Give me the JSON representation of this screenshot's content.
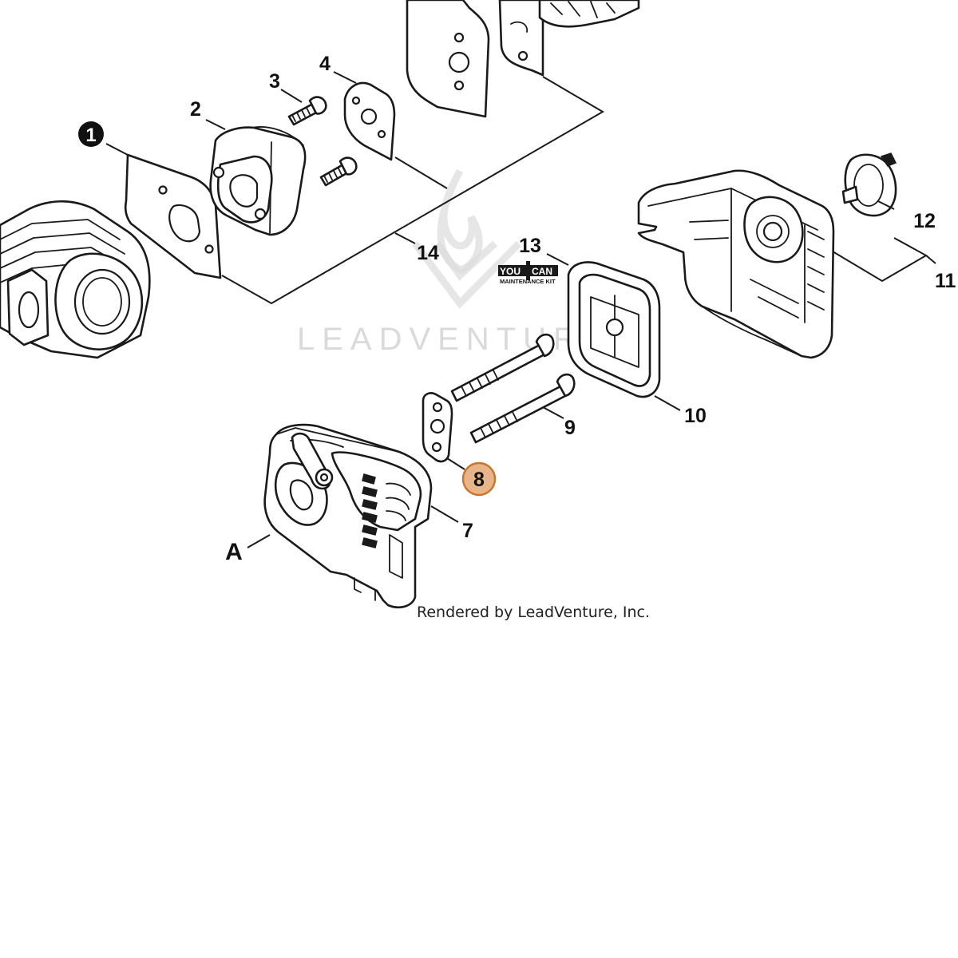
{
  "callouts": {
    "c1": "1",
    "c2": "2",
    "c3": "3",
    "c4": "4",
    "c7": "7",
    "c8": "8",
    "c9": "9",
    "c10": "10",
    "c11": "11",
    "c12": "12",
    "c13": "13",
    "c14": "14",
    "cA": "A"
  },
  "badge": {
    "you": "YOU",
    "can": "CAN",
    "subtitle": "MAINTENANCE KIT"
  },
  "watermark": {
    "text": "LEADVENTURE"
  },
  "credit": "Rendered by LeadVenture, Inc.",
  "colors": {
    "highlight_fill": "#E8B48A",
    "highlight_stroke": "#C8772F",
    "line": "#1a1a1a",
    "watermark": "#d2d2d2"
  }
}
